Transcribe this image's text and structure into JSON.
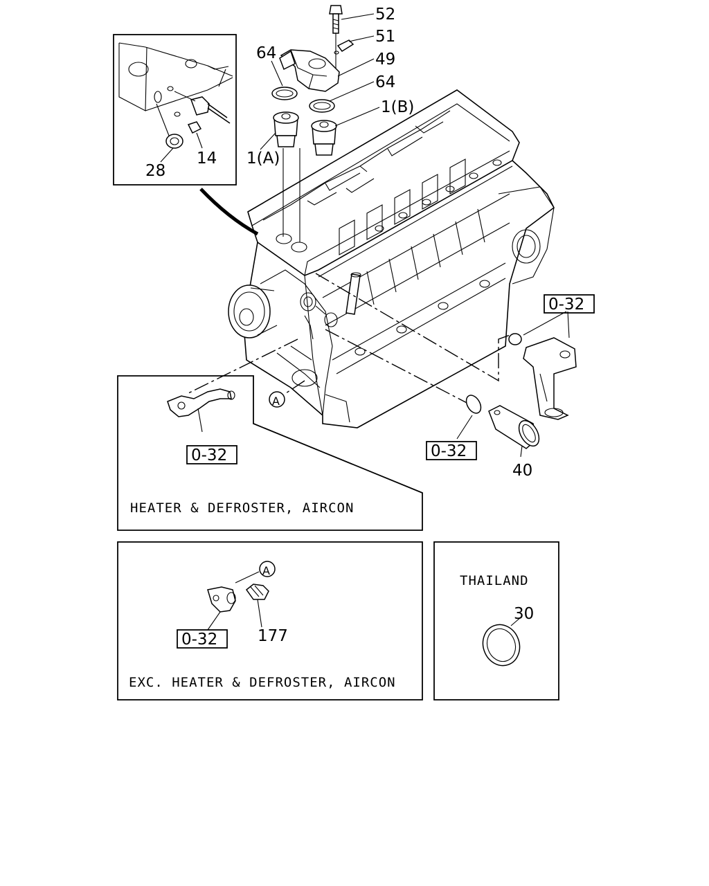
{
  "labels": {
    "p52": "52",
    "p51": "51",
    "p49": "49",
    "p64a": "64",
    "p64b": "64",
    "p1b": "1(B)",
    "p1a": "1(A)",
    "p14": "14",
    "p28": "28",
    "ref_right": "0-32",
    "ref_oring": "0-32",
    "p40": "40",
    "ref_heater": "0-32",
    "ref_exc": "0-32",
    "p177": "177",
    "p30": "30",
    "marker_a_engine": "A",
    "marker_a_exc": "A"
  },
  "captions": {
    "heater": "HEATER & DEFROSTER, AIRCON",
    "exc_heater": "EXC. HEATER & DEFROSTER, AIRCON",
    "thailand": "THAILAND"
  }
}
